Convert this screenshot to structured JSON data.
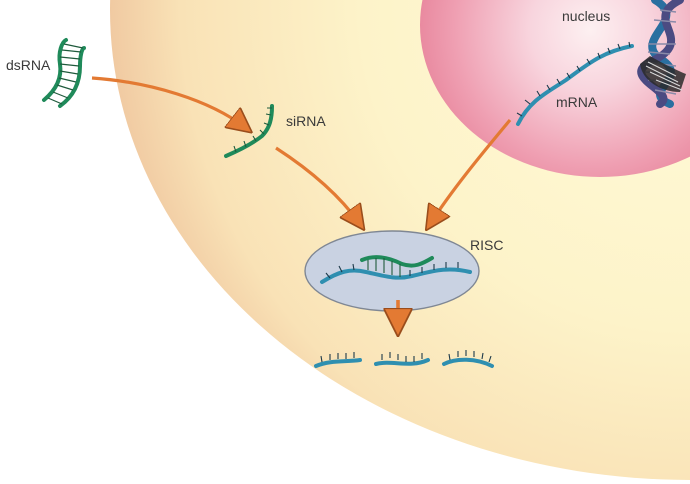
{
  "labels": {
    "dsrna": "dsRNA",
    "sirna": "siRNA",
    "nucleus": "nucleus",
    "mrna": "mRNA",
    "risc": "RISC"
  },
  "colors": {
    "background": "#ffffff",
    "cytoplasm_inner": "#fdf6c6",
    "cytoplasm_edge": "#eec39c",
    "nucleus_inner": "#fbe4ea",
    "nucleus_edge": "#e98aa0",
    "risc_fill": "#c9d2e2",
    "risc_stroke": "#7f8794",
    "sirna_green": "#1f8a5a",
    "mrna_blue": "#2f8fb0",
    "arrow_orange": "#e37a33",
    "text": "#3a3a3a"
  },
  "icons": {
    "dna_helix": "dna-double-helix-icon"
  }
}
